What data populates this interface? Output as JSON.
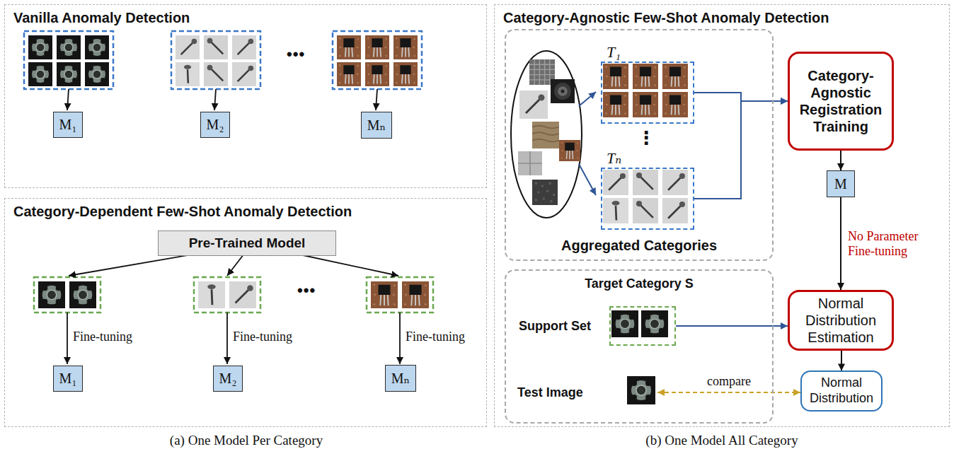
{
  "diagram": {
    "nodes": [
      {
        "text": [
          "Vanilla Anomaly Detection"
        ]
      },
      {
        "text": [
          "M₁"
        ],
        "in": 0
      },
      {
        "text": [
          "M₂"
        ],
        "in": 0
      },
      {
        "text": [
          "Mₙ"
        ],
        "in": 0
      },
      {
        "text": [
          "Category-Dependent Few-Shot Anomaly Detection"
        ]
      },
      {
        "text": [
          "Pre-Trained Model"
        ],
        "in": 4
      },
      {
        "text": [
          "M₁"
        ],
        "in": 4
      },
      {
        "text": [
          "M₂"
        ],
        "in": 4
      },
      {
        "text": [
          "Mₙ"
        ],
        "in": 4
      },
      {
        "text": [
          "Category-Agnostic Few-Shot Anomaly Detection"
        ]
      },
      {
        "text": [
          "Aggregated Categories"
        ],
        "in": 9
      },
      {
        "text": [
          "T₁"
        ],
        "in": 10
      },
      {
        "text": [
          "Tₙ"
        ],
        "in": 10
      },
      {
        "text": [
          "Category-Agnostic Registration Training"
        ],
        "in": 9
      },
      {
        "text": [
          "M"
        ],
        "in": 9
      },
      {
        "text": [
          "Normal Distribution Estimation"
        ],
        "in": 9
      },
      {
        "text": [
          "Normal Distribution"
        ],
        "in": 9
      },
      {
        "text": [
          "Target Category S"
        ],
        "in": 9
      },
      {
        "text": [
          "Support Set"
        ],
        "in": 17
      },
      {
        "text": [
          "Test Image"
        ],
        "in": 17
      }
    ],
    "edges": [
      {
        "from": 11,
        "to": 13,
        "arrow": "to"
      },
      {
        "from": 12,
        "to": 13,
        "arrow": "to"
      },
      {
        "from": 13,
        "to": 14,
        "arrow": "to"
      },
      {
        "from": 14,
        "to": 15,
        "arrow": "to",
        "label": "No Parameter Fine-tuning"
      },
      {
        "from": 18,
        "to": 15,
        "arrow": "to"
      },
      {
        "from": 15,
        "to": 16,
        "arrow": "to"
      },
      {
        "from": 19,
        "to": 16,
        "arrow": "both",
        "label": "compare"
      }
    ],
    "labels": [
      "•••",
      "•••",
      "Fine-tuning",
      "Fine-tuning",
      "Fine-tuning",
      "⋮",
      "(a) One Model Per Category",
      "(b) One Model All Category"
    ]
  }
}
